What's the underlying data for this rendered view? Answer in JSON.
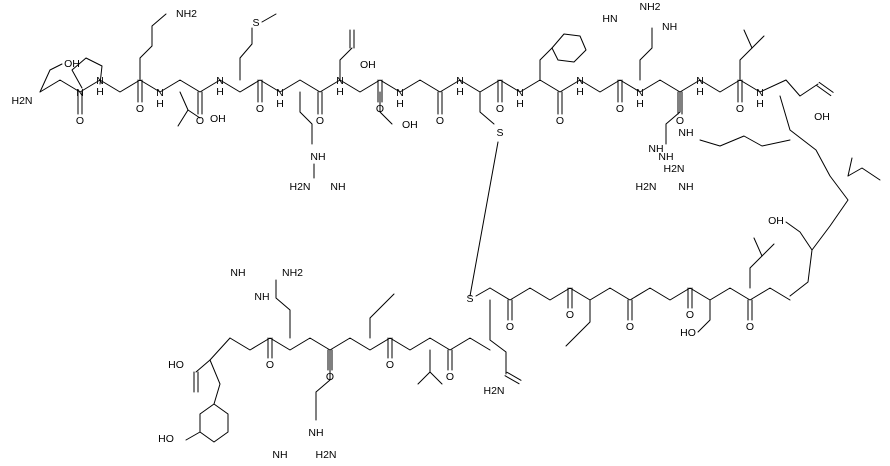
{
  "molecule": {
    "atom_labels": {
      "n_terminus": "H2N",
      "serine_hydroxyl": "OH",
      "lysine_amine": "NH2",
      "threonine_hydroxyl": "OH",
      "methionine_sulfur": "S",
      "aspartate_1_acid": "OH",
      "arginine_1_guanidino": "NH",
      "arginine_1_amine": "H2N",
      "arginine_1_imine": "NH",
      "serine_2_hydroxyl": "OH",
      "cysteine_1_sulfur": "S",
      "arginine_top_amine": "NH2",
      "arginine_top_imine": "HN",
      "arginine_top_nh": "NH",
      "arginine_mid_nh": "NH",
      "arginine_mid_amine": "H2N",
      "arginine_mid_imine": "NH",
      "aspartate_2_acid": "OH",
      "arginine_3_imine": "NH",
      "arginine_3_amine": "H2N",
      "arginine_3_nh": "NH",
      "serine_3_hydroxyl": "OH",
      "cysteine_2_sulfur": "S",
      "serine_4_hydroxyl": "HO",
      "asparagine_amide": "H2N",
      "arginine_4_imine": "NH",
      "arginine_4_amine": "NH2",
      "arginine_4_nh": "NH",
      "c_terminus_acid": "HO",
      "tyrosine_phenol": "HO",
      "arginine_5_nh": "NH",
      "arginine_5_amine": "H2N",
      "arginine_5_imine": "NH",
      "proline_n": "N",
      "amide_n": "N",
      "amide_h": "H",
      "carbonyl_o": "O"
    }
  }
}
